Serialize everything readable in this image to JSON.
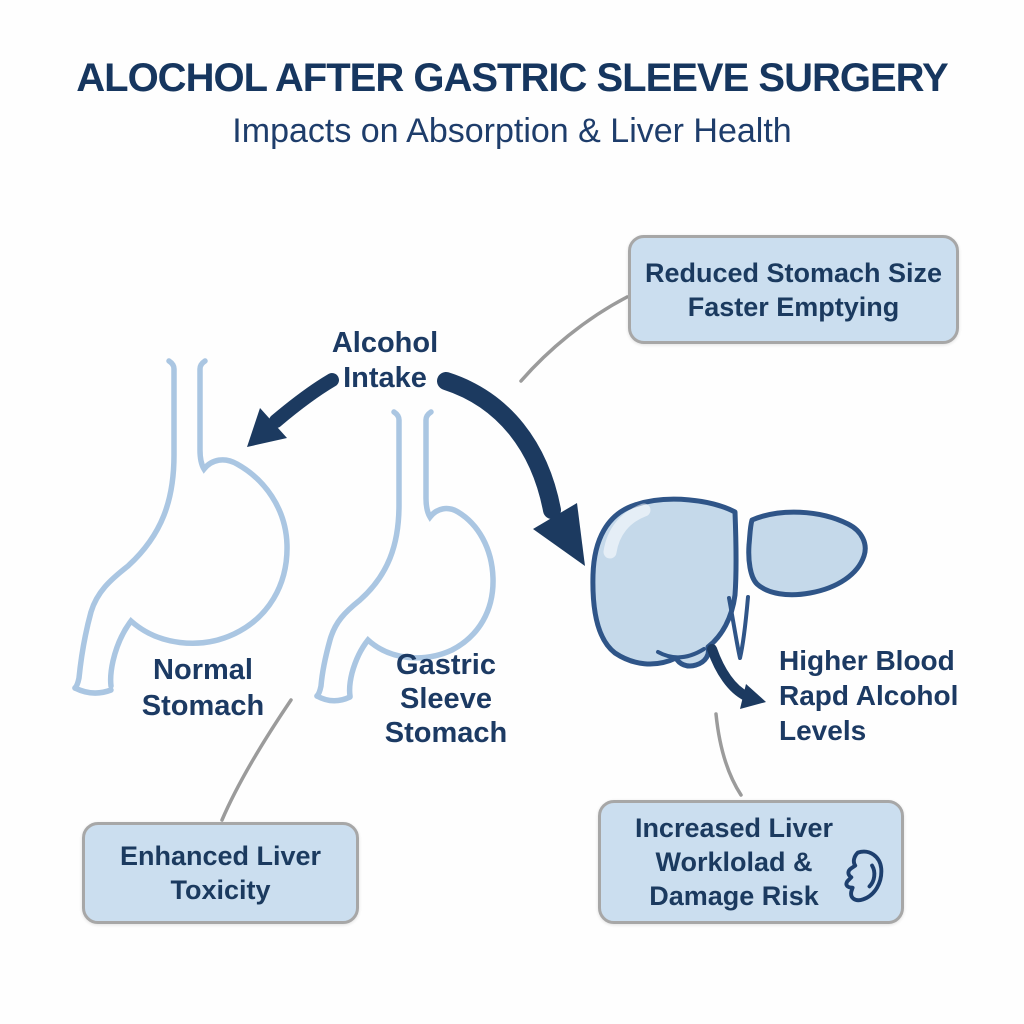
{
  "header": {
    "title": "ALOCHOL AFTER GASTRIC SLEEVE SURGERY",
    "subtitle": "Impacts on Absorption & Liver Health"
  },
  "labels": {
    "alcohol_intake": "Alcohol\nIntake",
    "normal_stomach": "Normal\nStomach",
    "gastric_sleeve_stomach": "Gastric\nSleeve\nStomach",
    "higher_blood_levels": "Higher Blood\nRapd Alcohol\nLevels"
  },
  "callouts": {
    "reduced_stomach": "Reduced Stomach Size\nFaster Emptying",
    "increased_liver": "Increased Liver\nWorklolad &\nDamage Risk",
    "enhanced_toxicity": "Enhanced Liver\nToxicity"
  },
  "icons": {
    "liver_badge": "liver-organ-outline-icon"
  },
  "colors": {
    "heading_text": "#16365f",
    "body_text": "#1b3a5f",
    "arrow": "#1c3a60",
    "stomach_outline": "#aac6e2",
    "liver_fill": "#c5d9ea",
    "liver_outline": "#2f5588",
    "box_fill": "#cbdeef",
    "box_border": "#a7a7a7",
    "connector": "#9b9b9b",
    "background": "#fefefe"
  }
}
